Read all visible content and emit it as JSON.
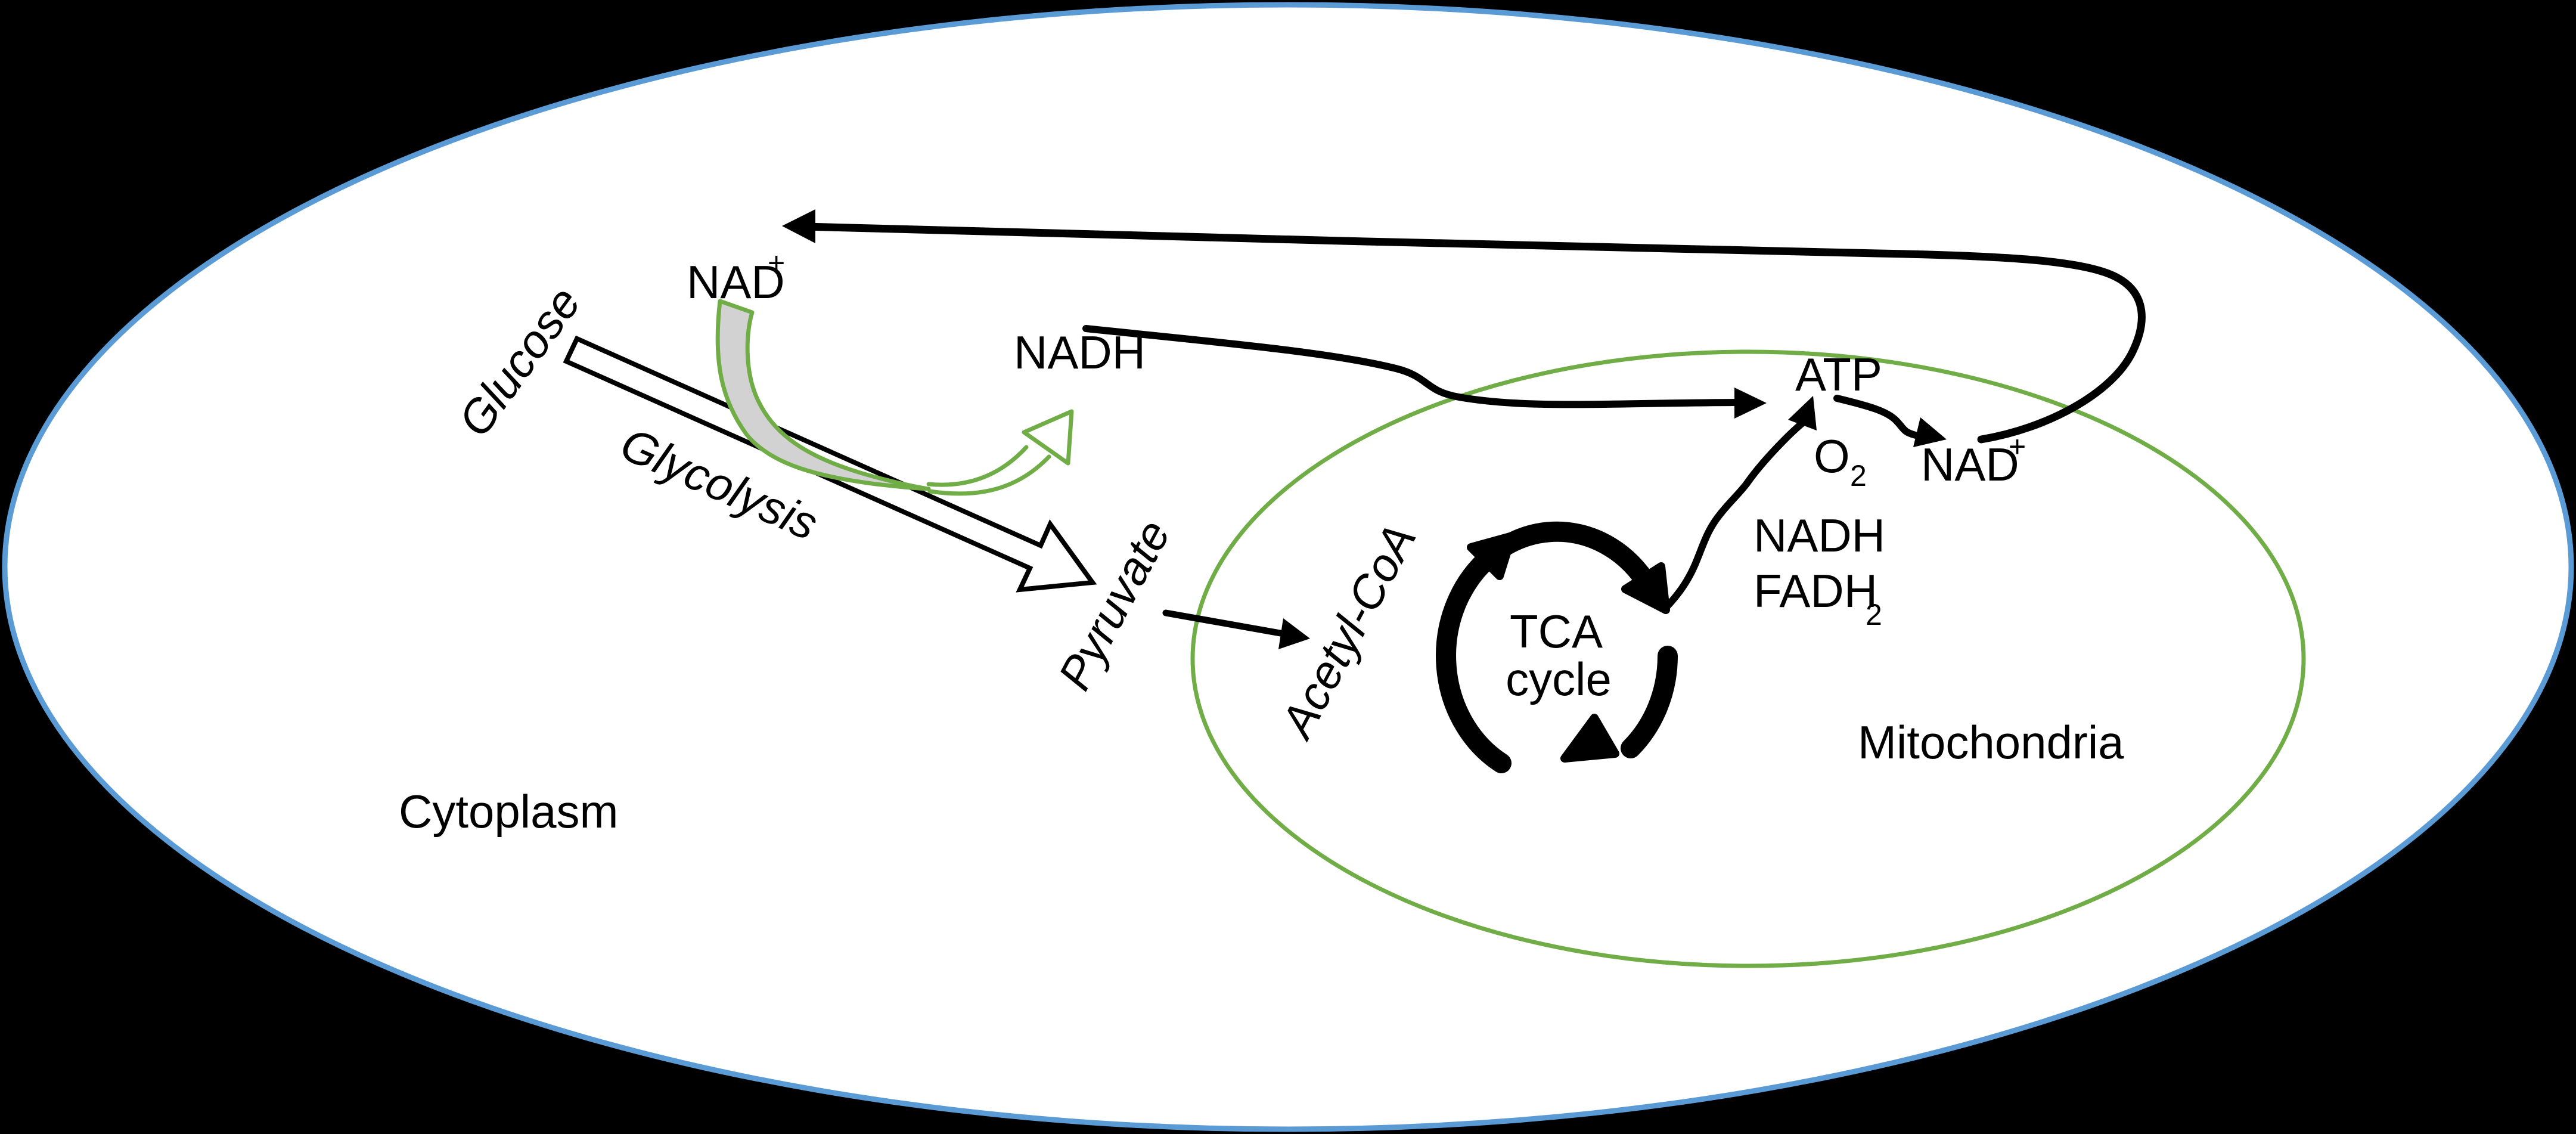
{
  "diagram": {
    "description": "Cellular respiration overview: glycolysis in cytoplasm feeding pyruvate and NADH into mitochondria, TCA cycle, oxidative phosphorylation producing ATP and recycling NAD+",
    "colors": {
      "background": "#000000",
      "cell_fill": "#ffffff",
      "cell_outline": "#5b9bd5",
      "mitochondria_outline": "#70ad47",
      "swoosh_green": "#70ad47",
      "swoosh_gray_fill": "#d2d2d2",
      "line_black": "#000000"
    },
    "labels": {
      "glucose": "Glucose",
      "glycolysis": "Glycolysis",
      "nad_top_base": "NAD",
      "nad_top_sup": "+",
      "nadh_cytoplasm": "NADH",
      "pyruvate": "Pyruvate",
      "acetyl_coa": "Acetyl-CoA",
      "tca_line1": "TCA",
      "tca_line2": "cycle",
      "atp": "ATP",
      "o2_base": "O",
      "o2_sub": "2",
      "nad_mito_base": "NAD",
      "nad_mito_sup": "+",
      "nadh_mito": "NADH",
      "fadh2_base": "FADH",
      "fadh2_sub": "2",
      "mitochondria": "Mitochondria",
      "cytoplasm": "Cytoplasm"
    }
  }
}
